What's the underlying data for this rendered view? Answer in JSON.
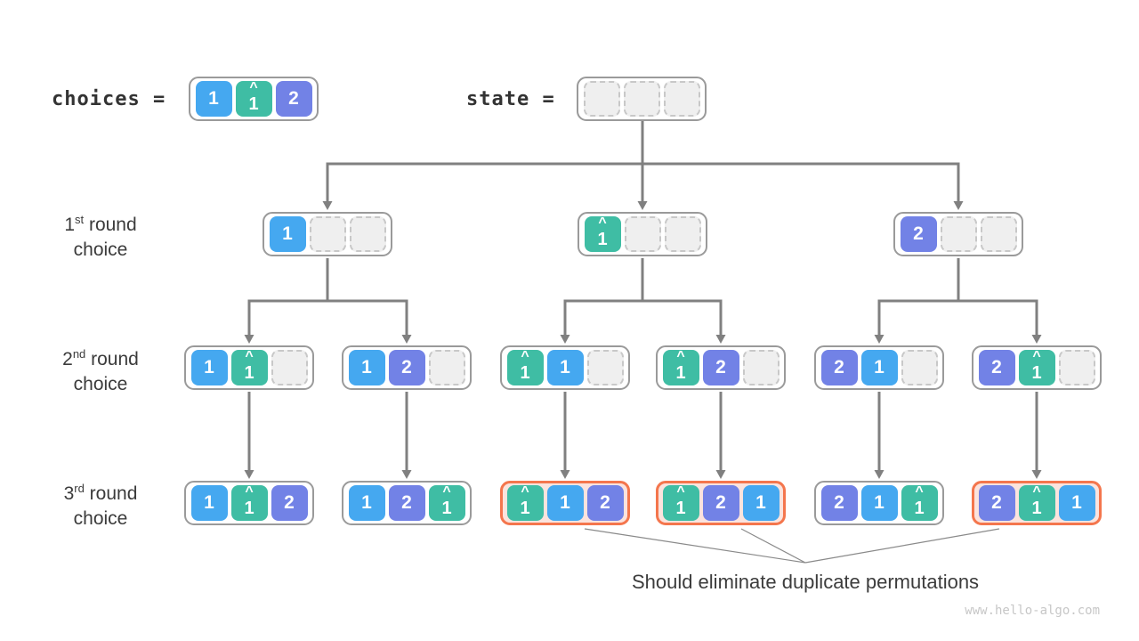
{
  "colors": {
    "blue": "#45A8F0",
    "teal": "#3FBDA4",
    "purple": "#7282E6",
    "orange": "#F4764D",
    "orange_fill": "#FBE3DD",
    "empty_fill": "#EFEFEF",
    "empty_border": "#C8C8C8",
    "connector": "#808080",
    "thin_line": "#8A8A8A"
  },
  "glyphs": {
    "hat": "^"
  },
  "choices": {
    "label": "choices = ",
    "cells": [
      "1",
      "1h",
      "2"
    ]
  },
  "state": {
    "label": "state = ",
    "cells": [
      "",
      "",
      ""
    ]
  },
  "row_labels": [
    {
      "ord": "1",
      "sup": "st",
      "rest": " round",
      "line2": "choice"
    },
    {
      "ord": "2",
      "sup": "nd",
      "rest": " round",
      "line2": "choice"
    },
    {
      "ord": "3",
      "sup": "rd",
      "rest": " round",
      "line2": "choice"
    }
  ],
  "tree": {
    "round1": [
      {
        "cells": [
          "1",
          "",
          ""
        ],
        "dup": false
      },
      {
        "cells": [
          "1h",
          "",
          ""
        ],
        "dup": false
      },
      {
        "cells": [
          "2",
          "",
          ""
        ],
        "dup": false
      }
    ],
    "round2": [
      {
        "cells": [
          "1",
          "1h",
          ""
        ],
        "dup": false
      },
      {
        "cells": [
          "1",
          "2",
          ""
        ],
        "dup": false
      },
      {
        "cells": [
          "1h",
          "1",
          ""
        ],
        "dup": false
      },
      {
        "cells": [
          "1h",
          "2",
          ""
        ],
        "dup": false
      },
      {
        "cells": [
          "2",
          "1",
          ""
        ],
        "dup": false
      },
      {
        "cells": [
          "2",
          "1h",
          ""
        ],
        "dup": false
      }
    ],
    "round3": [
      {
        "cells": [
          "1",
          "1h",
          "2"
        ],
        "dup": false
      },
      {
        "cells": [
          "1",
          "2",
          "1h"
        ],
        "dup": false
      },
      {
        "cells": [
          "1h",
          "1",
          "2"
        ],
        "dup": true
      },
      {
        "cells": [
          "1h",
          "2",
          "1"
        ],
        "dup": true
      },
      {
        "cells": [
          "2",
          "1",
          "1h"
        ],
        "dup": false
      },
      {
        "cells": [
          "2",
          "1h",
          "1"
        ],
        "dup": true
      }
    ]
  },
  "note": "Should eliminate duplicate permutations",
  "watermark": "www.hello-algo.com"
}
